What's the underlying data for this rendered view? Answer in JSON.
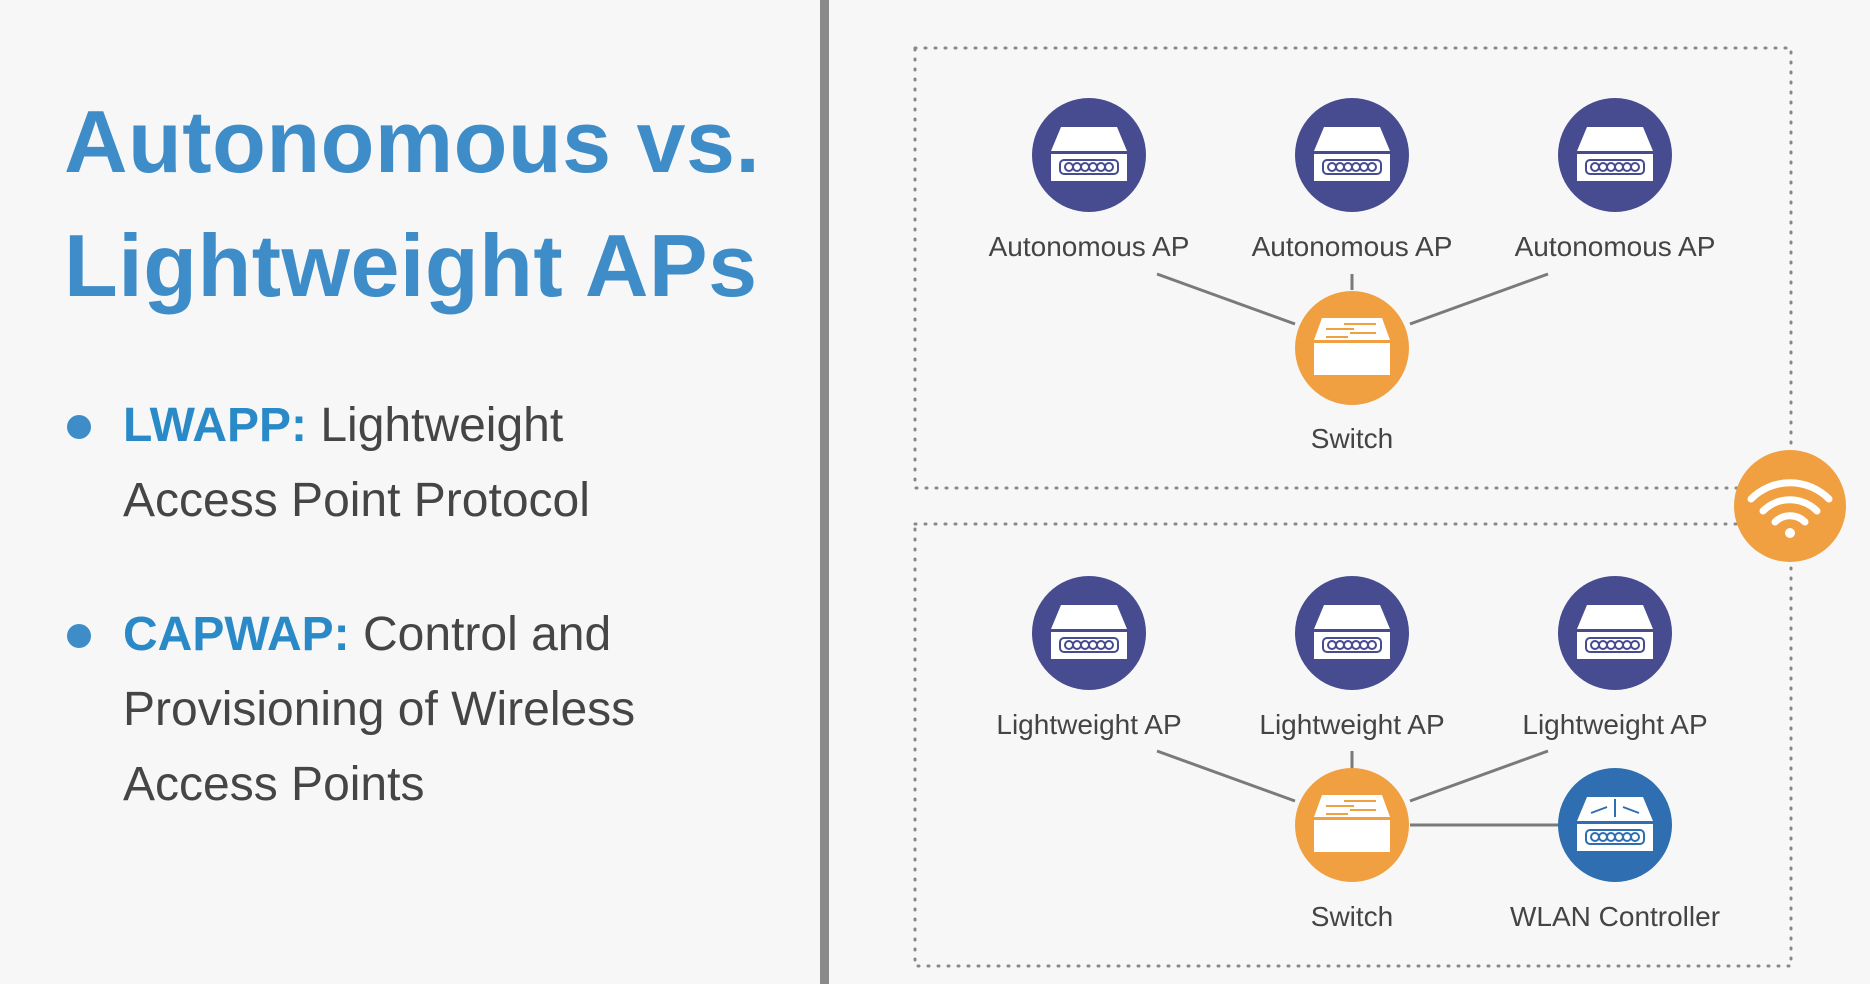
{
  "title": {
    "line1": "Autonomous vs.",
    "line2": "Lightweight APs"
  },
  "bullets": [
    {
      "keyword": "LWAPP:",
      "line1": " Lightweight",
      "line2": "Access Point Protocol"
    },
    {
      "keyword": "CAPWAP:",
      "line1": " Control and",
      "line2": "Provisioning of Wireless",
      "line3": "Access Points"
    }
  ],
  "diagram": {
    "autonomous": {
      "aps": [
        "Autonomous AP",
        "Autonomous AP",
        "Autonomous AP"
      ],
      "switch": "Switch"
    },
    "lightweight": {
      "aps": [
        "Lightweight AP",
        "Lightweight AP",
        "Lightweight AP"
      ],
      "switch": "Switch",
      "controller": "WLAN Controller"
    }
  },
  "colors": {
    "accent": "#3f8dc8",
    "ap": "#464c8f",
    "switch": "#f0a040",
    "controller": "#2f6eb0"
  }
}
